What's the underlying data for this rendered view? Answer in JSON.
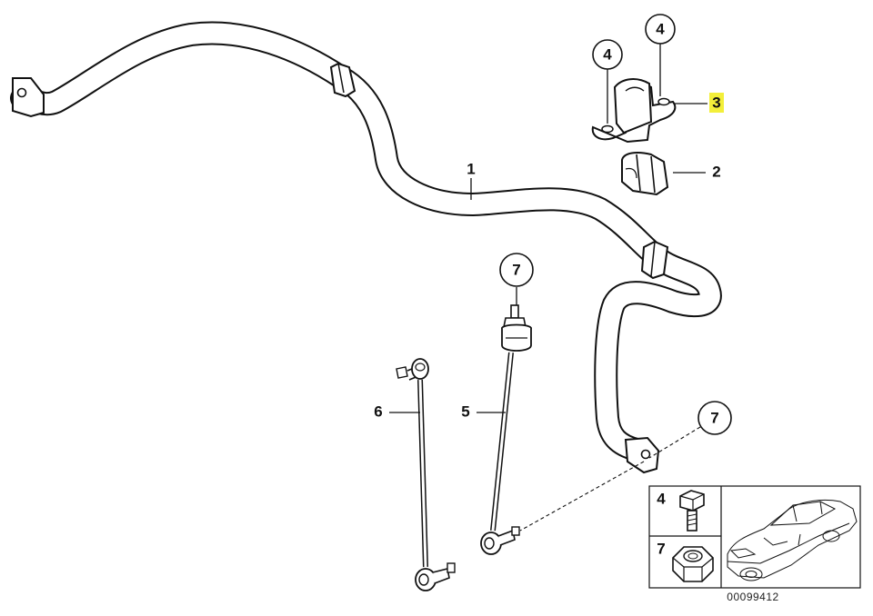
{
  "callouts": {
    "p1": "1",
    "p2": "2",
    "p3": "3",
    "p4a": "4",
    "p4b": "4",
    "p5": "5",
    "p6": "6",
    "p7a": "7",
    "p7b": "7"
  },
  "inset": {
    "row_bolt": "4",
    "row_nut": "7"
  },
  "catalog_number": "00099412",
  "colors": {
    "line": "#111111",
    "highlight": "#f3ef3a"
  }
}
